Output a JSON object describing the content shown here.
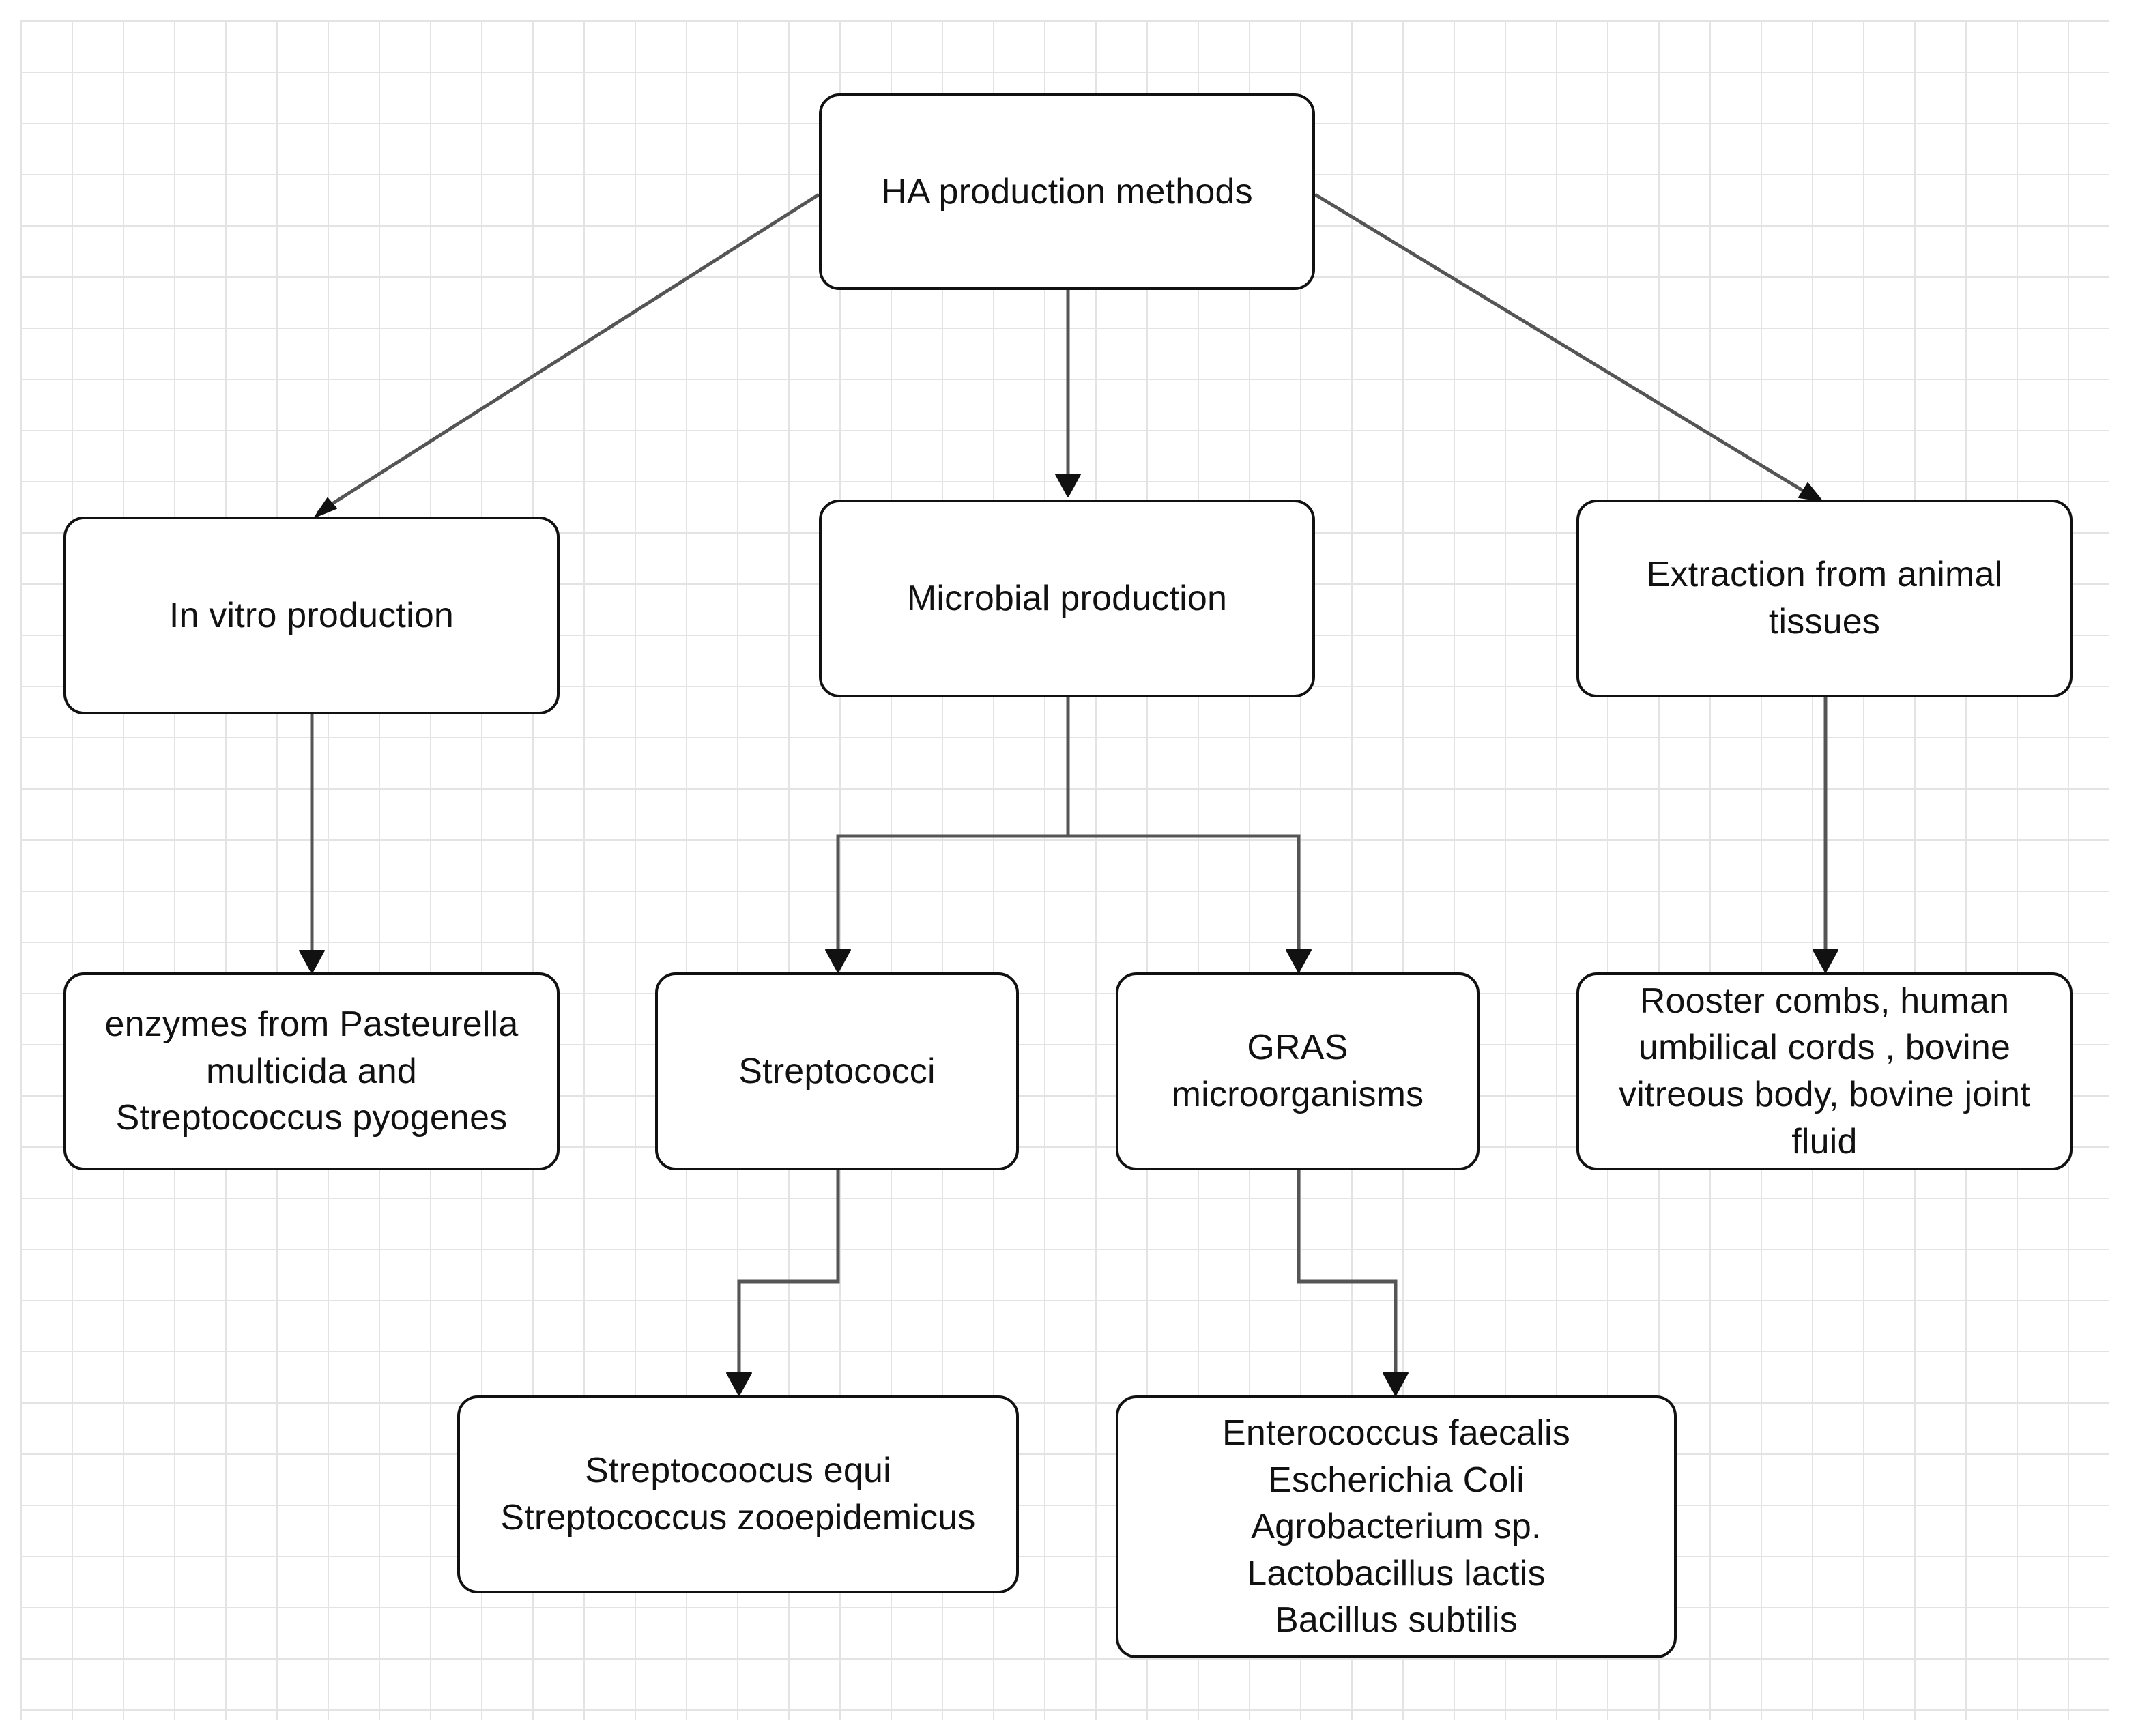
{
  "diagram": {
    "nodes": {
      "root": "HA production methods",
      "in_vitro": "In vitro production",
      "microbial": "Microbial production",
      "extraction": "Extraction from animal\ntissues",
      "enzymes": "enzymes from Pasteurella\nmulticida and\nStreptococcus pyogenes",
      "streptococci": "Streptococci",
      "gras": "GRAS\nmicroorganisms",
      "rooster": "Rooster combs, human\numbilical cords , bovine\nvitreous body, bovine joint\nfluid",
      "strep_species": "Streptocoocus equi\nStreptococcus zooepidemicus",
      "gras_species": "Enterococcus faecalis\nEscherichia Coli\nAgrobacterium sp.\nLactobacillus lactis\nBacillus subtilis"
    },
    "edges": [
      {
        "from": "root",
        "to": "in_vitro"
      },
      {
        "from": "root",
        "to": "microbial"
      },
      {
        "from": "root",
        "to": "extraction"
      },
      {
        "from": "in_vitro",
        "to": "enzymes"
      },
      {
        "from": "microbial",
        "to": "streptococci"
      },
      {
        "from": "microbial",
        "to": "gras"
      },
      {
        "from": "extraction",
        "to": "rooster"
      },
      {
        "from": "streptococci",
        "to": "strep_species"
      },
      {
        "from": "gras",
        "to": "gras_species"
      }
    ],
    "colors": {
      "line": "#555555",
      "border": "#111111",
      "grid": "#e3e3e3"
    }
  }
}
